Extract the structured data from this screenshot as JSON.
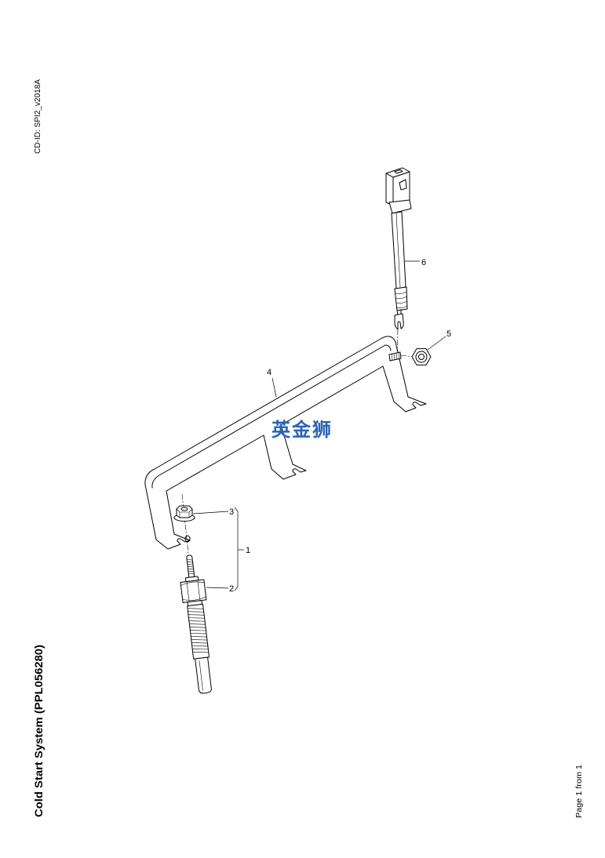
{
  "header": {
    "cd_id": "CD-ID: SPI2_v2018A"
  },
  "footer": {
    "title": "Cold Start System (PPL056280)",
    "page_info": "Page 1 from 1"
  },
  "watermark": {
    "text": "英金狮",
    "color": "#2b63b5"
  },
  "diagram": {
    "callouts": [
      "1",
      "2",
      "3",
      "4",
      "5",
      "6"
    ],
    "line_color": "#000000"
  }
}
